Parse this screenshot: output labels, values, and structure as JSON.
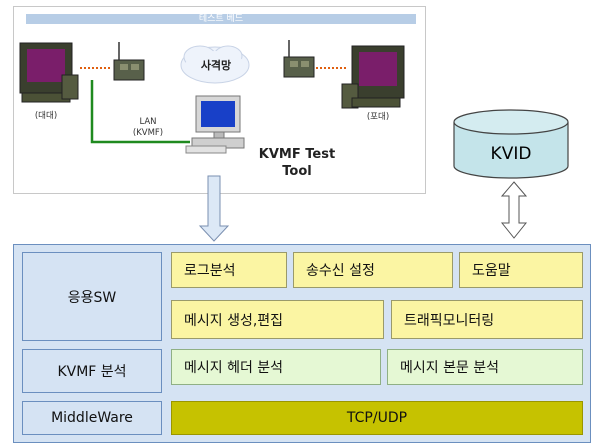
{
  "testbed": {
    "title": "테스트 베드",
    "left_label": "(대대)",
    "right_label": "(포대)",
    "network_label": "사격망",
    "lan_label_line1": "LAN",
    "lan_label_line2": "(KVMF)",
    "tool_label_line1": "KVMF Test",
    "tool_label_line2": "Tool"
  },
  "kvid": {
    "label": "KVID"
  },
  "stack": {
    "rows": [
      {
        "label": "응용SW"
      },
      {
        "label": "KVMF 분석"
      },
      {
        "label": "MiddleWare"
      }
    ],
    "app_modules": [
      "로그분석",
      "송수신 설정",
      "도움말",
      "메시지 생성,편집",
      "트래픽모니터링"
    ],
    "kvmf_modules": [
      "메시지 헤더 분석",
      "메시지 본문 분석"
    ],
    "middleware_module": "TCP/UDP"
  },
  "colors": {
    "row_bg": "#d5e3f3",
    "app_module": "#fbf5a3",
    "kvmf_module": "#e5f8d4",
    "middleware_module": "#c6c200",
    "lan_line": "#1f8a1f",
    "radio_link": "#e06010"
  }
}
